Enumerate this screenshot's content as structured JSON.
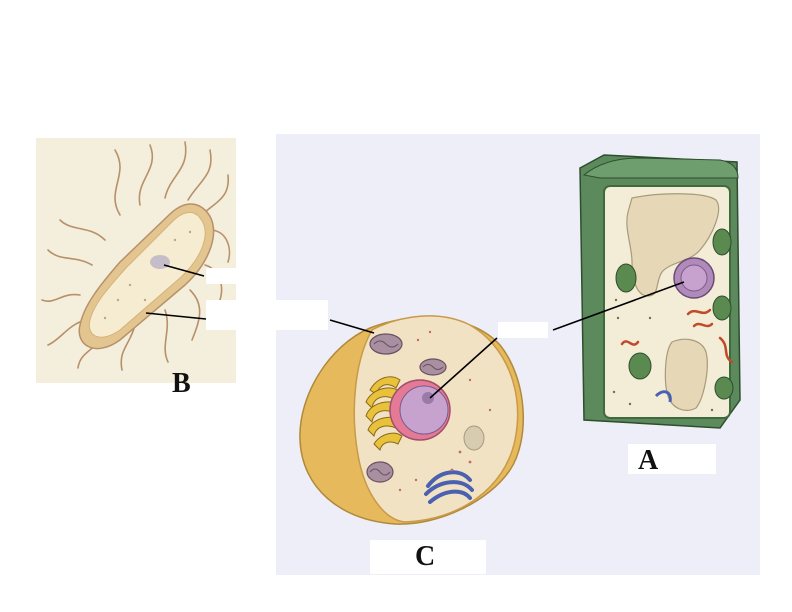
{
  "labels": {
    "bacterium": "B",
    "animal_cell": "C",
    "plant_cell": "A"
  },
  "colors": {
    "page_background": "#ffffff",
    "bacterium_panel": "#f3efdc",
    "cell_panel": "#eeeef8",
    "cytoplasm": "#f2e6cc",
    "cell_wall_green": "#5c8a5c",
    "membrane_tan": "#c99a48",
    "nucleus": "#b08ab8",
    "chloroplast": "#5a8a50",
    "golgi": "#5870b8",
    "flagella": "#b8906a",
    "leader_line": "#000000"
  }
}
